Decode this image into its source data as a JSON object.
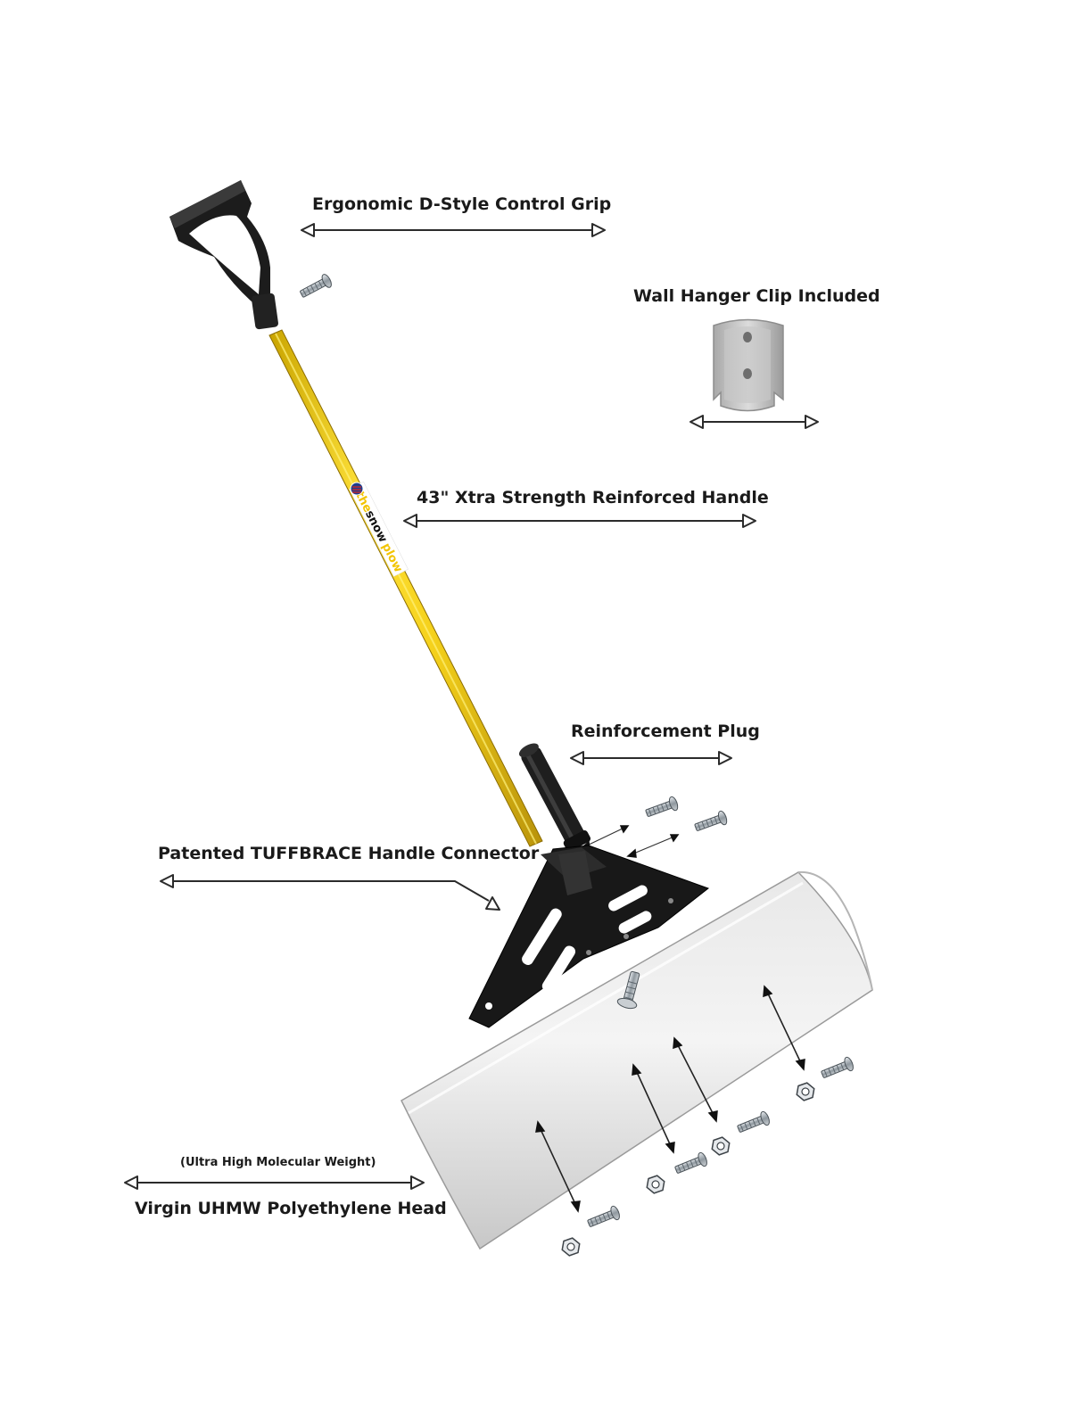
{
  "brand": {
    "prefix": "the",
    "main": "snow",
    "suffix": "plow"
  },
  "labels": {
    "grip": "Ergonomic D-Style Control Grip",
    "wall_clip": "Wall Hanger Clip Included",
    "handle": "43\" Xtra Strength Reinforced Handle",
    "plug": "Reinforcement Plug",
    "connector": "Patented TUFFBRACE Handle Connector",
    "head_sub": "(Ultra High Molecular Weight)",
    "head": "Virgin UHMW Polyethylene Head"
  },
  "colors": {
    "handle_yellow": "#f2d21a",
    "grip_black": "#1c1c1c",
    "blade_gray": "#d6d6d6",
    "clip_gray": "#bdbdbd",
    "hardware_silver": "#9aa3aa"
  },
  "icons": [
    "double-arrow-icon",
    "bolt-icon",
    "nut-icon",
    "flag-badge-icon"
  ]
}
